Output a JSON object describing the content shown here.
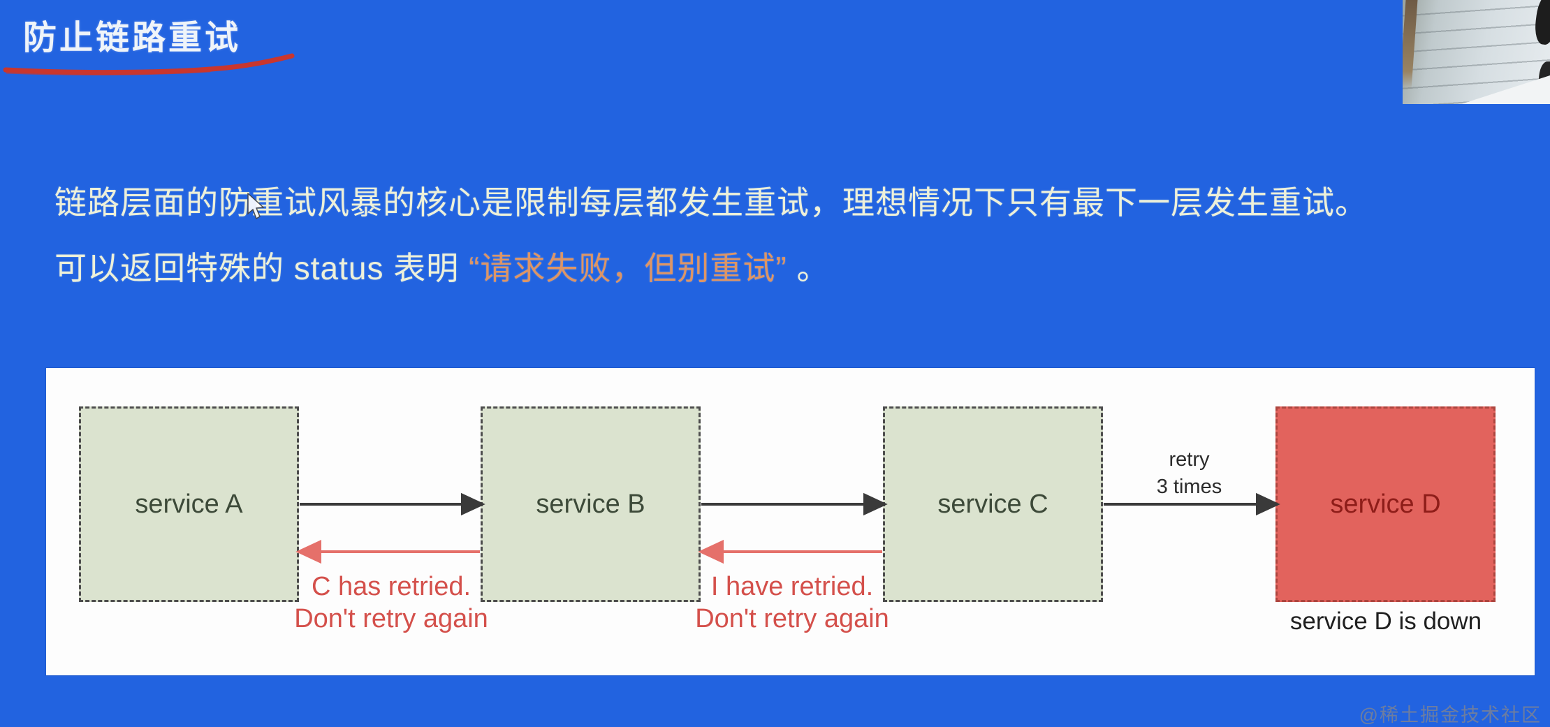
{
  "title": {
    "text": "防止链路重试"
  },
  "intro": {
    "line1": "链路层面的防重试风暴的核心是限制每层都发生重试，理想情况下只有最下一层发生重试。",
    "line2_prefix": "可以返回特殊的 status 表明 ",
    "line2_highlight": "“请求失败，但别重试”",
    "line2_suffix": " 。"
  },
  "diagram": {
    "services": [
      {
        "label": "service A",
        "status": "up"
      },
      {
        "label": "service B",
        "status": "up"
      },
      {
        "label": "service C",
        "status": "up"
      },
      {
        "label": "service D",
        "status": "down"
      }
    ],
    "retry_label": {
      "line1": "retry",
      "line2": "3 times"
    },
    "annotations": [
      {
        "line1": "C has retried.",
        "line2": "Don't retry again"
      },
      {
        "line1": "I have retried.",
        "line2": "Don't retry again"
      }
    ],
    "service_d_caption": "service D is down"
  },
  "watermark": "@稀土掘金技术社区",
  "colors": {
    "background": "#2263e0",
    "title_text": "#eff4f9",
    "body_text": "#edf0d9",
    "highlight_text": "#dd9566",
    "underline_red": "#c9362e",
    "healthy_service_fill": "#dbe3cf",
    "down_service_fill": "#e2635d",
    "annotation_red": "#d4504b",
    "arrow_black": "#3a3a3a",
    "arrow_red": "#e5706a"
  }
}
